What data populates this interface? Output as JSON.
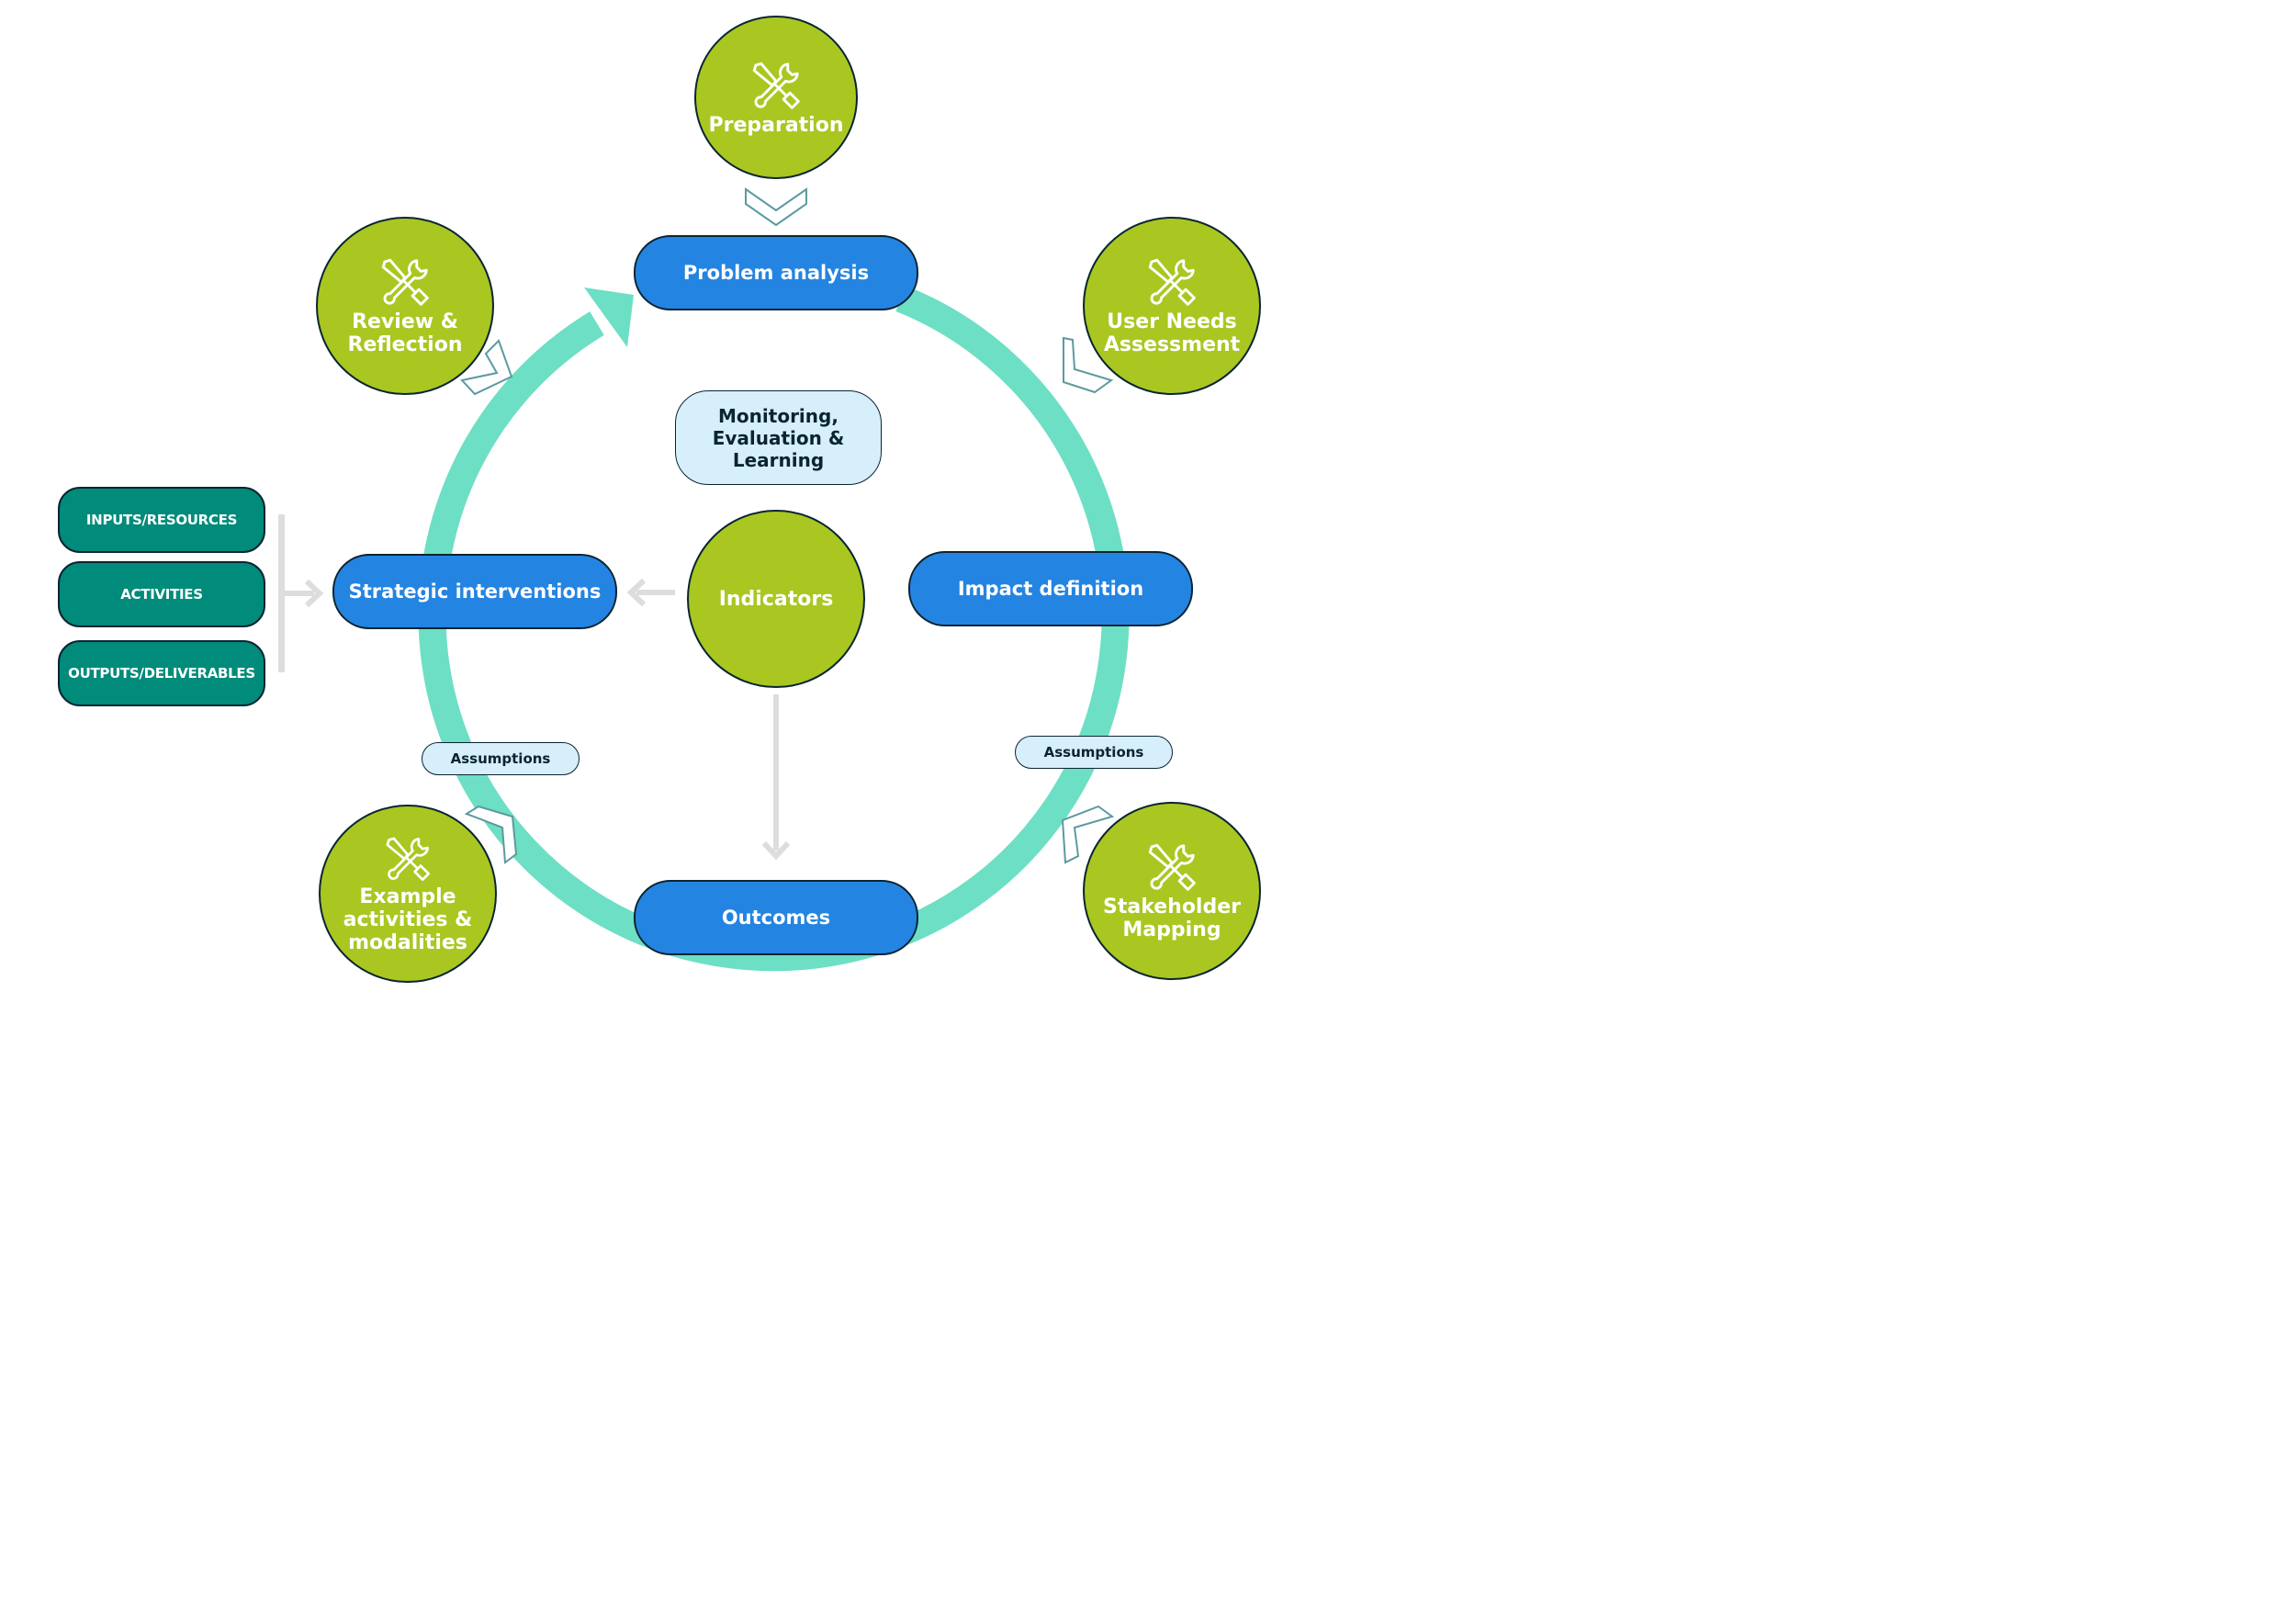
{
  "colors": {
    "green": "#a9c720",
    "blue": "#2484e1",
    "teal_box": "#008b7a",
    "ring": "#6ddfc4",
    "light": "#d7eefb",
    "outline": "#0b2432",
    "connector": "#dddddd",
    "chevron": "#5b9aa0"
  },
  "tool_nodes": [
    {
      "id": "preparation",
      "label": "Preparation",
      "icon": "tools-icon"
    },
    {
      "id": "review",
      "label": "Review &\nReflection",
      "icon": "tools-icon"
    },
    {
      "id": "user-needs",
      "label": "User Needs\nAssessment",
      "icon": "tools-icon"
    },
    {
      "id": "example",
      "label": "Example\nactivities &\nmodalities",
      "icon": "tools-icon"
    },
    {
      "id": "stakeholder",
      "label": "Stakeholder\nMapping",
      "icon": "tools-icon"
    }
  ],
  "stages": {
    "problem_analysis": "Problem analysis",
    "impact_definition": "Impact definition",
    "outcomes": "Outcomes",
    "strategic_interventions": "Strategic interventions"
  },
  "center": {
    "mel": "Monitoring,\nEvaluation &\nLearning",
    "indicators": "Indicators"
  },
  "resources": [
    "INPUTS/RESOURCES",
    "ACTIVITIES",
    "OUTPUTS/DELIVERABLES"
  ],
  "assumptions": [
    "Assumptions",
    "Assumptions"
  ]
}
